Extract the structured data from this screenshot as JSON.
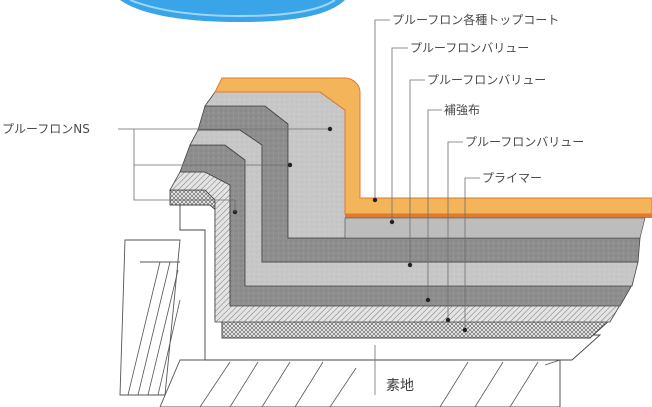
{
  "labels": {
    "topcoat": "プルーフロン各種トップコート",
    "value1": "プルーフロンバリュー",
    "value2": "プルーフロンバリュー",
    "reinforcement": "補強布",
    "value3": "プルーフロンバリュー",
    "primer": "プライマー",
    "ns": "プルーフロンNS",
    "substrate": "素地"
  },
  "colors": {
    "topcoat": "#f4b45a",
    "topcoat_edge": "#e07a30",
    "value_gray": "#9a9a9a",
    "value_light": "#c8c8c8",
    "primer": "#d8d8d8",
    "sky": "#3aa4e8"
  }
}
